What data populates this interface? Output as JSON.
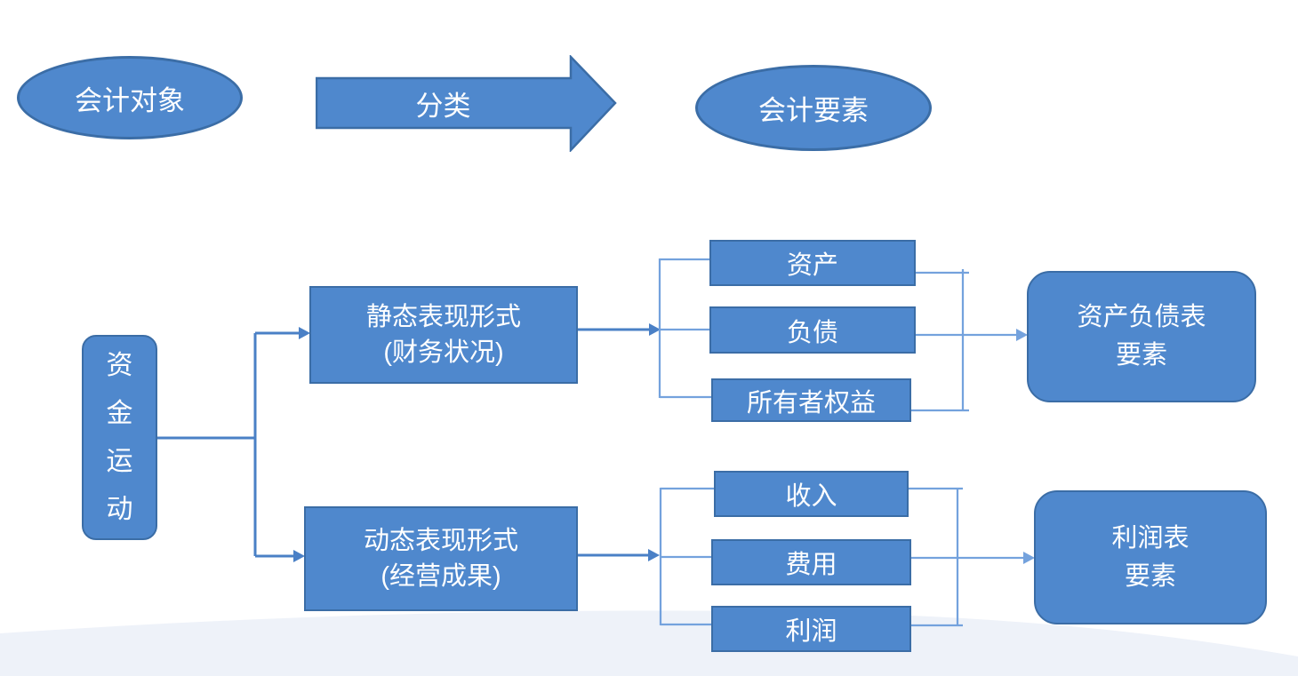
{
  "colors": {
    "shape_fill": "#4f88cd",
    "shape_border": "#3b6da6",
    "connector": "#4a80c6",
    "bracket_line": "#74a2dd",
    "text": "#ffffff",
    "footer_band": "#eef2f9"
  },
  "header": {
    "source_ellipse": "会计对象",
    "arrow_label": "分类",
    "target_ellipse": "会计要素"
  },
  "root": {
    "label": "资金运动"
  },
  "branches": [
    {
      "title_line1": "静态表现形式",
      "title_line2": "(财务状况)",
      "items": [
        "资产",
        "负债",
        "所有者权益"
      ],
      "result_line1": "资产负债表",
      "result_line2": "要素"
    },
    {
      "title_line1": "动态表现形式",
      "title_line2": "(经营成果)",
      "items": [
        "收入",
        "费用",
        "利润"
      ],
      "result_line1": "利润表",
      "result_line2": "要素"
    }
  ]
}
